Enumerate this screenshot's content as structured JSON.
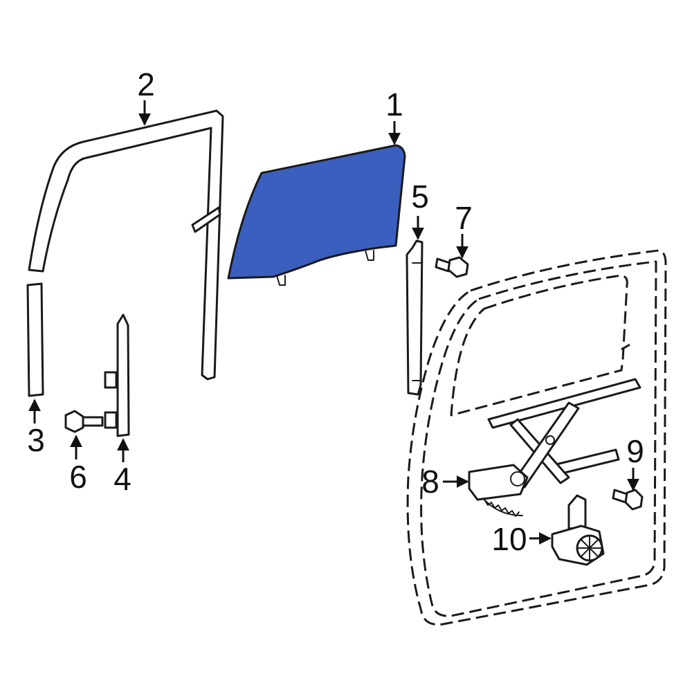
{
  "diagram": {
    "highlight_color": "#3a5fbf",
    "callouts": [
      {
        "id": "1",
        "label": "1"
      },
      {
        "id": "2",
        "label": "2"
      },
      {
        "id": "3",
        "label": "3"
      },
      {
        "id": "4",
        "label": "4"
      },
      {
        "id": "5",
        "label": "5"
      },
      {
        "id": "6",
        "label": "6"
      },
      {
        "id": "7",
        "label": "7"
      },
      {
        "id": "8",
        "label": "8"
      },
      {
        "id": "9",
        "label": "9"
      },
      {
        "id": "10",
        "label": "10"
      }
    ]
  }
}
